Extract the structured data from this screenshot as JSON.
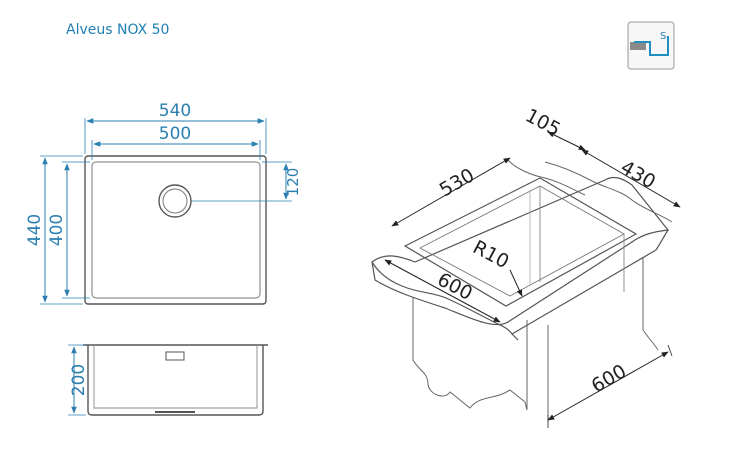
{
  "title": "Alveus NOX 50",
  "icons": {
    "mount_type": "undermount-sink-icon",
    "mount_type_letter": "S"
  },
  "colors": {
    "title": "#1f7fb3",
    "dimension_lines": "#2a7fb0",
    "outline": "#555555",
    "icon_accent": "#1e8fc0"
  },
  "top_view": {
    "outer_width": "540",
    "inner_width": "500",
    "outer_height": "440",
    "inner_height": "400",
    "drain_offset": "120"
  },
  "side_view": {
    "depth": "200"
  },
  "iso_view": {
    "flange_width": "105",
    "cabinet_depth": "430",
    "bowl_length": "530",
    "corner_radius": "R10",
    "cabinet_width_top": "600",
    "cabinet_width_bottom": "600"
  }
}
